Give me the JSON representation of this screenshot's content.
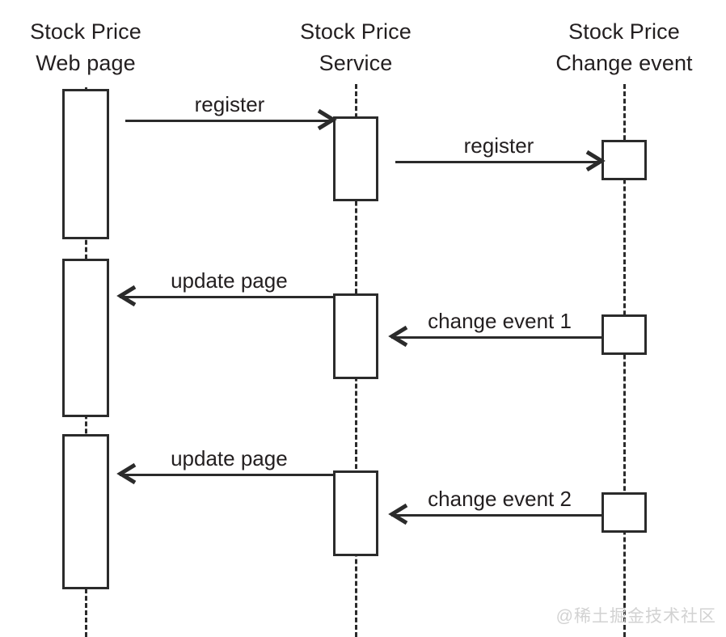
{
  "diagram": {
    "type": "sequence-diagram",
    "stroke_color": "#2b2b2b",
    "text_color": "#231f20",
    "background_color": "#ffffff",
    "lifelines": [
      {
        "id": "web-page",
        "title_line1": "Stock Price",
        "title_line2": "Web page"
      },
      {
        "id": "service",
        "title_line1": "Stock Price",
        "title_line2": "Service"
      },
      {
        "id": "change-event",
        "title_line1": "Stock Price",
        "title_line2": "Change event"
      }
    ],
    "messages": [
      {
        "id": "msg-register-1",
        "label": "register",
        "direction": "right",
        "from": "web-page",
        "to": "service"
      },
      {
        "id": "msg-register-2",
        "label": "register",
        "direction": "right",
        "from": "service",
        "to": "change-event"
      },
      {
        "id": "msg-update-page-1",
        "label": "update page",
        "direction": "left",
        "from": "service",
        "to": "web-page"
      },
      {
        "id": "msg-change-event-1",
        "label": "change event 1",
        "direction": "left",
        "from": "change-event",
        "to": "service"
      },
      {
        "id": "msg-update-page-2",
        "label": "update page",
        "direction": "left",
        "from": "service",
        "to": "web-page"
      },
      {
        "id": "msg-change-event-2",
        "label": "change event 2",
        "direction": "left",
        "from": "change-event",
        "to": "service"
      }
    ],
    "watermark": "@稀土掘金技术社区"
  }
}
